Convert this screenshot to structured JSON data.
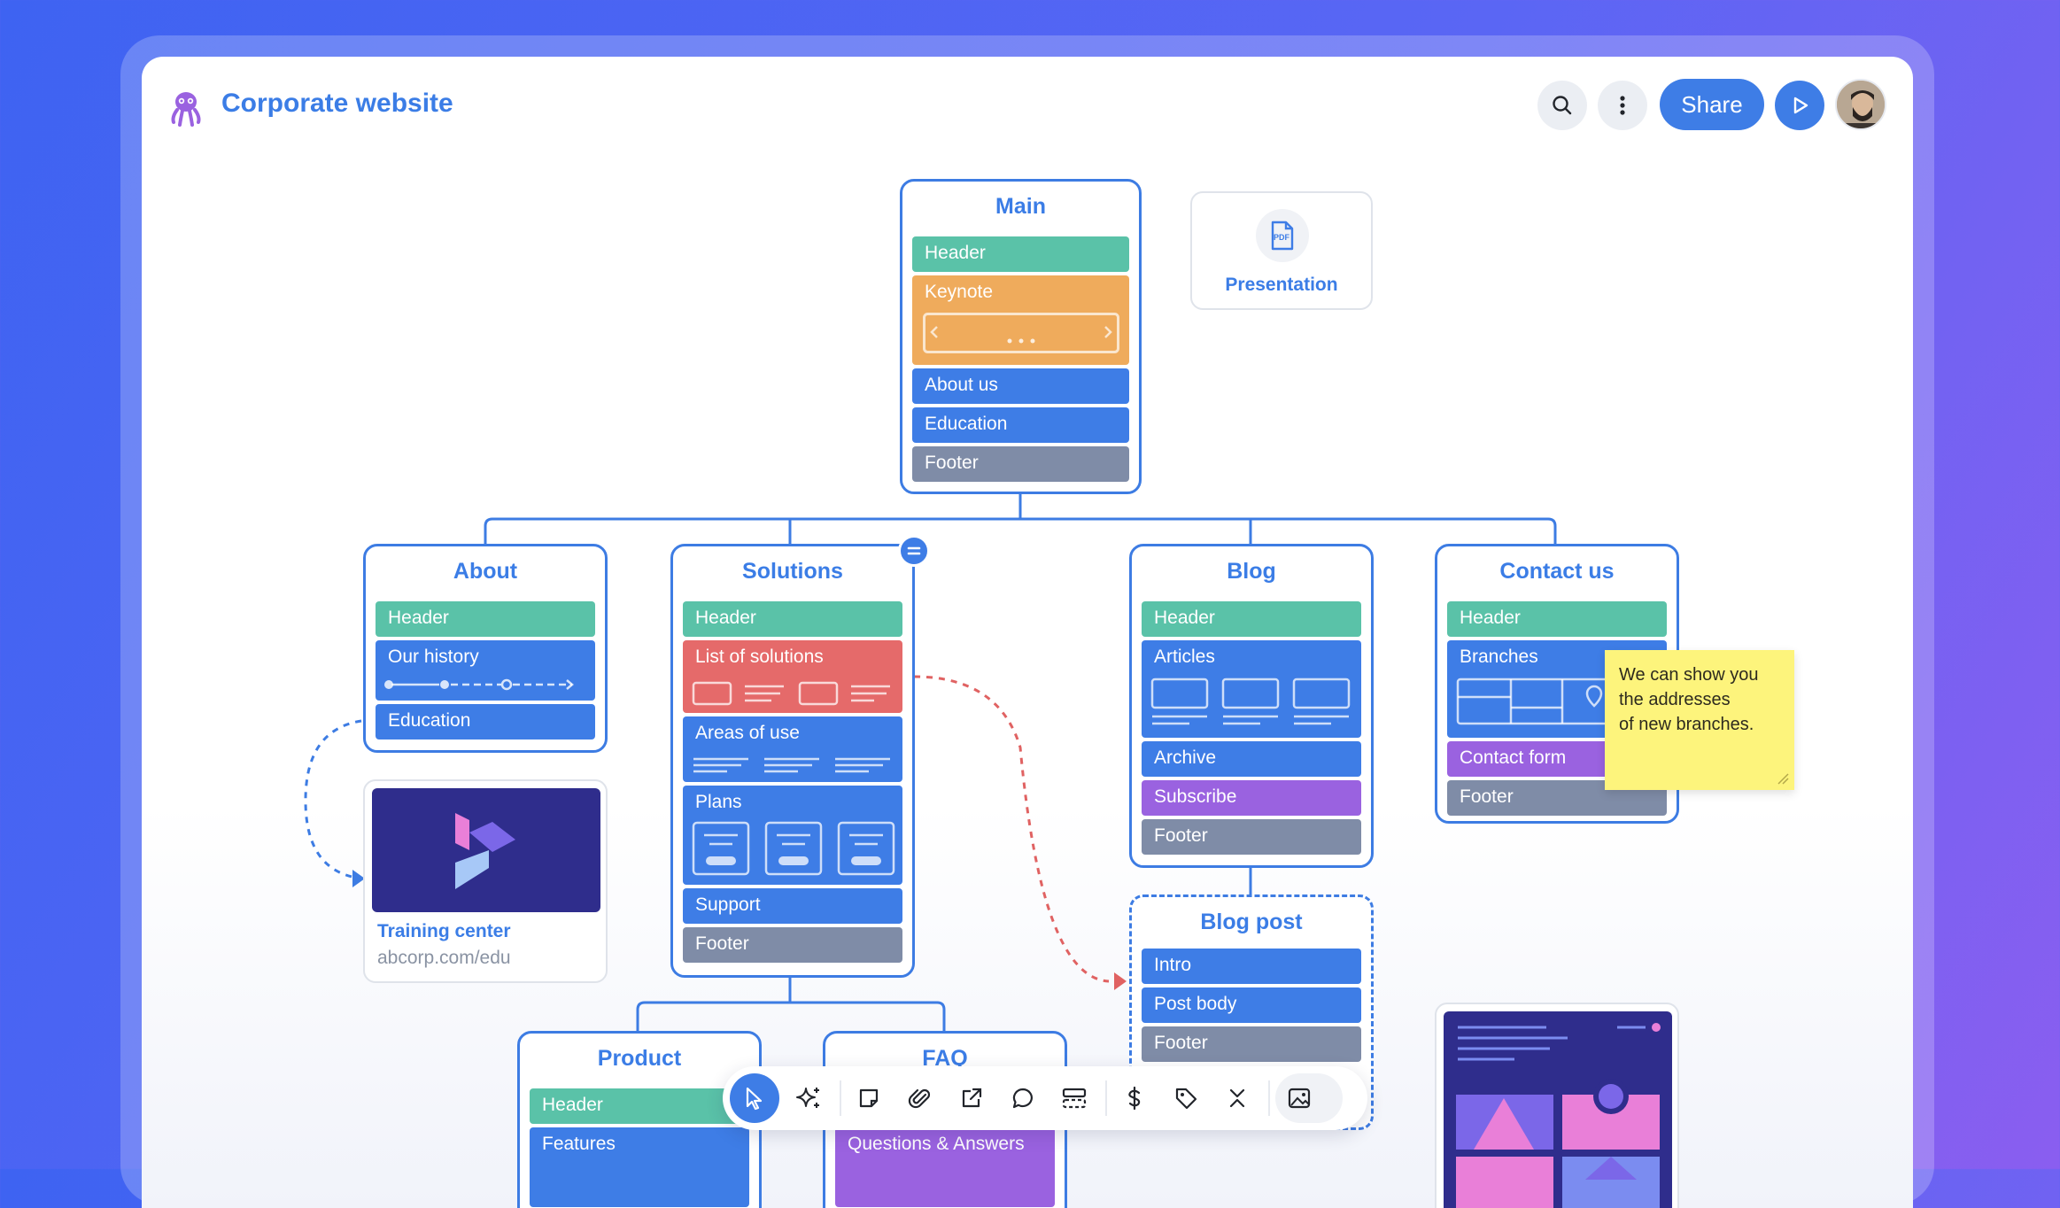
{
  "header": {
    "title": "Corporate website",
    "share_label": "Share"
  },
  "nodes": {
    "main": {
      "title": "Main",
      "blocks": [
        "Header",
        "Keynote",
        "About us",
        "Education",
        "Footer"
      ]
    },
    "presentation": {
      "label": "Presentation",
      "file_badge": "PDF"
    },
    "about": {
      "title": "About",
      "blocks": [
        "Header",
        "Our history",
        "Education"
      ]
    },
    "training": {
      "title": "Training center",
      "url": "abcorp.com/edu"
    },
    "solutions": {
      "title": "Solutions",
      "blocks": [
        "Header",
        "List of solutions",
        "Areas of use",
        "Plans",
        "Support",
        "Footer"
      ]
    },
    "blog": {
      "title": "Blog",
      "blocks": [
        "Header",
        "Articles",
        "Archive",
        "Subscribe",
        "Footer"
      ]
    },
    "contact": {
      "title": "Contact us",
      "blocks": [
        "Header",
        "Branches",
        "Contact form",
        "Footer"
      ]
    },
    "note": {
      "line1": "We can show you",
      "line2": "the addresses",
      "line3": "of new branches."
    },
    "blogpost": {
      "title": "Blog post",
      "blocks": [
        "Intro",
        "Post body",
        "Footer"
      ]
    },
    "product": {
      "title": "Product",
      "blocks": [
        "Header",
        "Features"
      ]
    },
    "faq": {
      "title": "FAQ",
      "blocks": [
        "Questions & Answers"
      ]
    }
  },
  "colors": {
    "accent": "#3e7de6",
    "header_block": "#5ac2a8",
    "keynote_block": "#efab5c",
    "solutions_block": "#e56a6a",
    "subscribe_block": "#9a62e0",
    "footer_block": "#7f8ca7",
    "sticky_note": "#fdf47c"
  },
  "toolbar": {
    "tools": [
      "select-tool",
      "ai-sparkle-tool",
      "sticky-note-tool",
      "attachment-tool",
      "link-tool",
      "comment-tool",
      "component-tool",
      "price-tool",
      "tag-tool",
      "collapse-tool",
      "image-tool"
    ]
  }
}
